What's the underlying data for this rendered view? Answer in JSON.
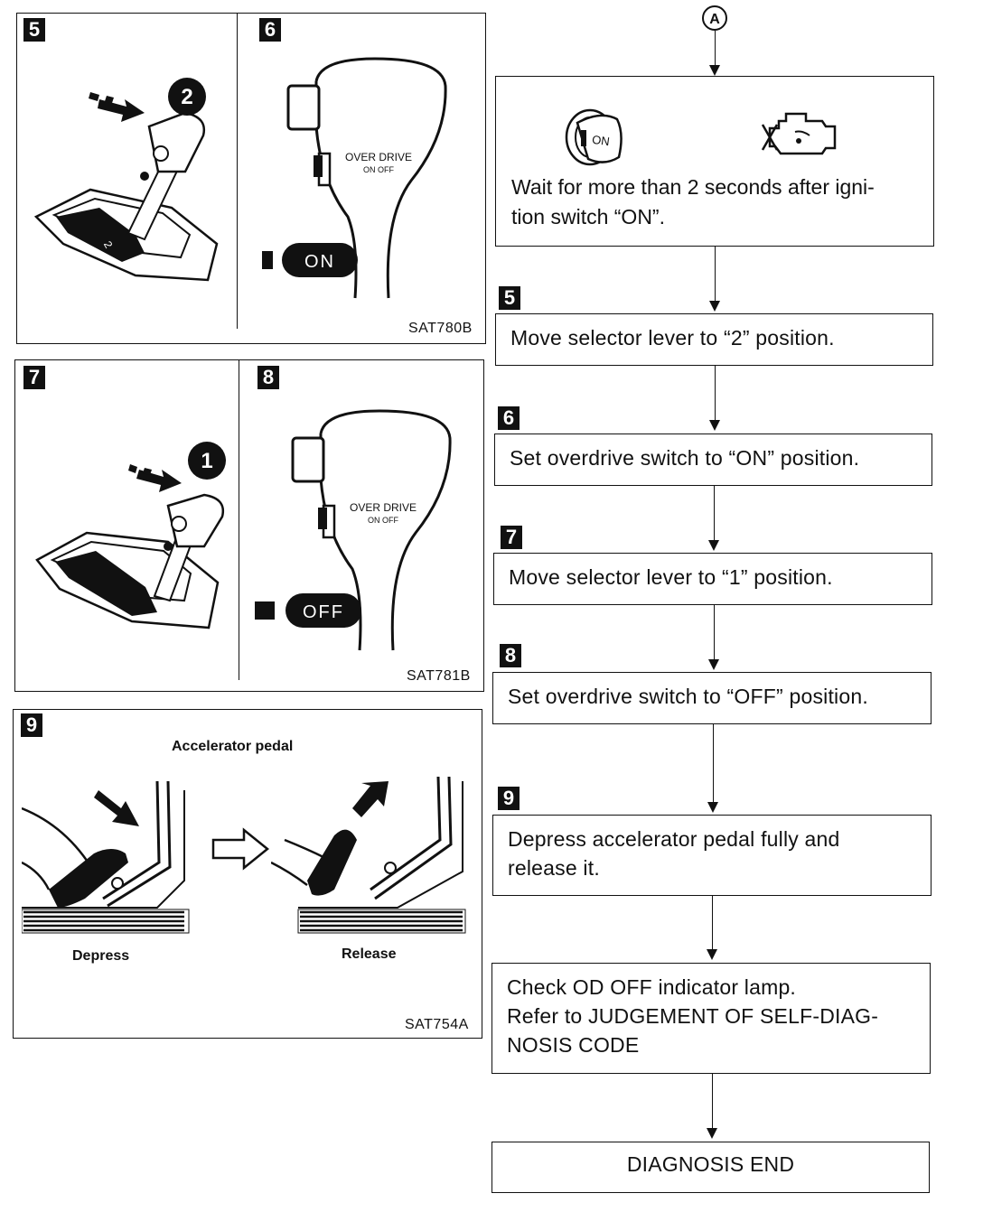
{
  "connector": {
    "label": "A"
  },
  "panels": {
    "p5": {
      "step": "5"
    },
    "p6": {
      "step": "6",
      "switch_text": "OVER DRIVE",
      "switch_sub": "ON  OFF",
      "button": "ON"
    },
    "p56": {
      "code": "SAT780B"
    },
    "p7": {
      "step": "7"
    },
    "p8": {
      "step": "8",
      "switch_text": "OVER DRIVE",
      "switch_sub": "ON  OFF",
      "button": "OFF"
    },
    "p78": {
      "code": "SAT781B"
    },
    "p9": {
      "step": "9",
      "title": "Accelerator pedal",
      "depress": "Depress",
      "release": "Release",
      "code": "SAT754A"
    }
  },
  "markers": {
    "n2": "2",
    "n1": "1",
    "gear2": "2",
    "key_text": "ON"
  },
  "flow": {
    "wait": "Wait for more than 2 seconds after igni-\ntion switch “ON”.",
    "s5_badge": "5",
    "s5": "Move selector lever to “2” position.",
    "s6_badge": "6",
    "s6": "Set overdrive switch to “ON” position.",
    "s7_badge": "7",
    "s7": "Move selector lever to “1” position.",
    "s8_badge": "8",
    "s8": "Set overdrive switch to “OFF” position.",
    "s9_badge": "9",
    "s9": "Depress accelerator pedal fully and\nrelease it.",
    "check": "Check OD OFF indicator lamp.\nRefer to JUDGEMENT OF SELF-DIAG-\nNOSIS CODE",
    "end": "DIAGNOSIS END"
  }
}
